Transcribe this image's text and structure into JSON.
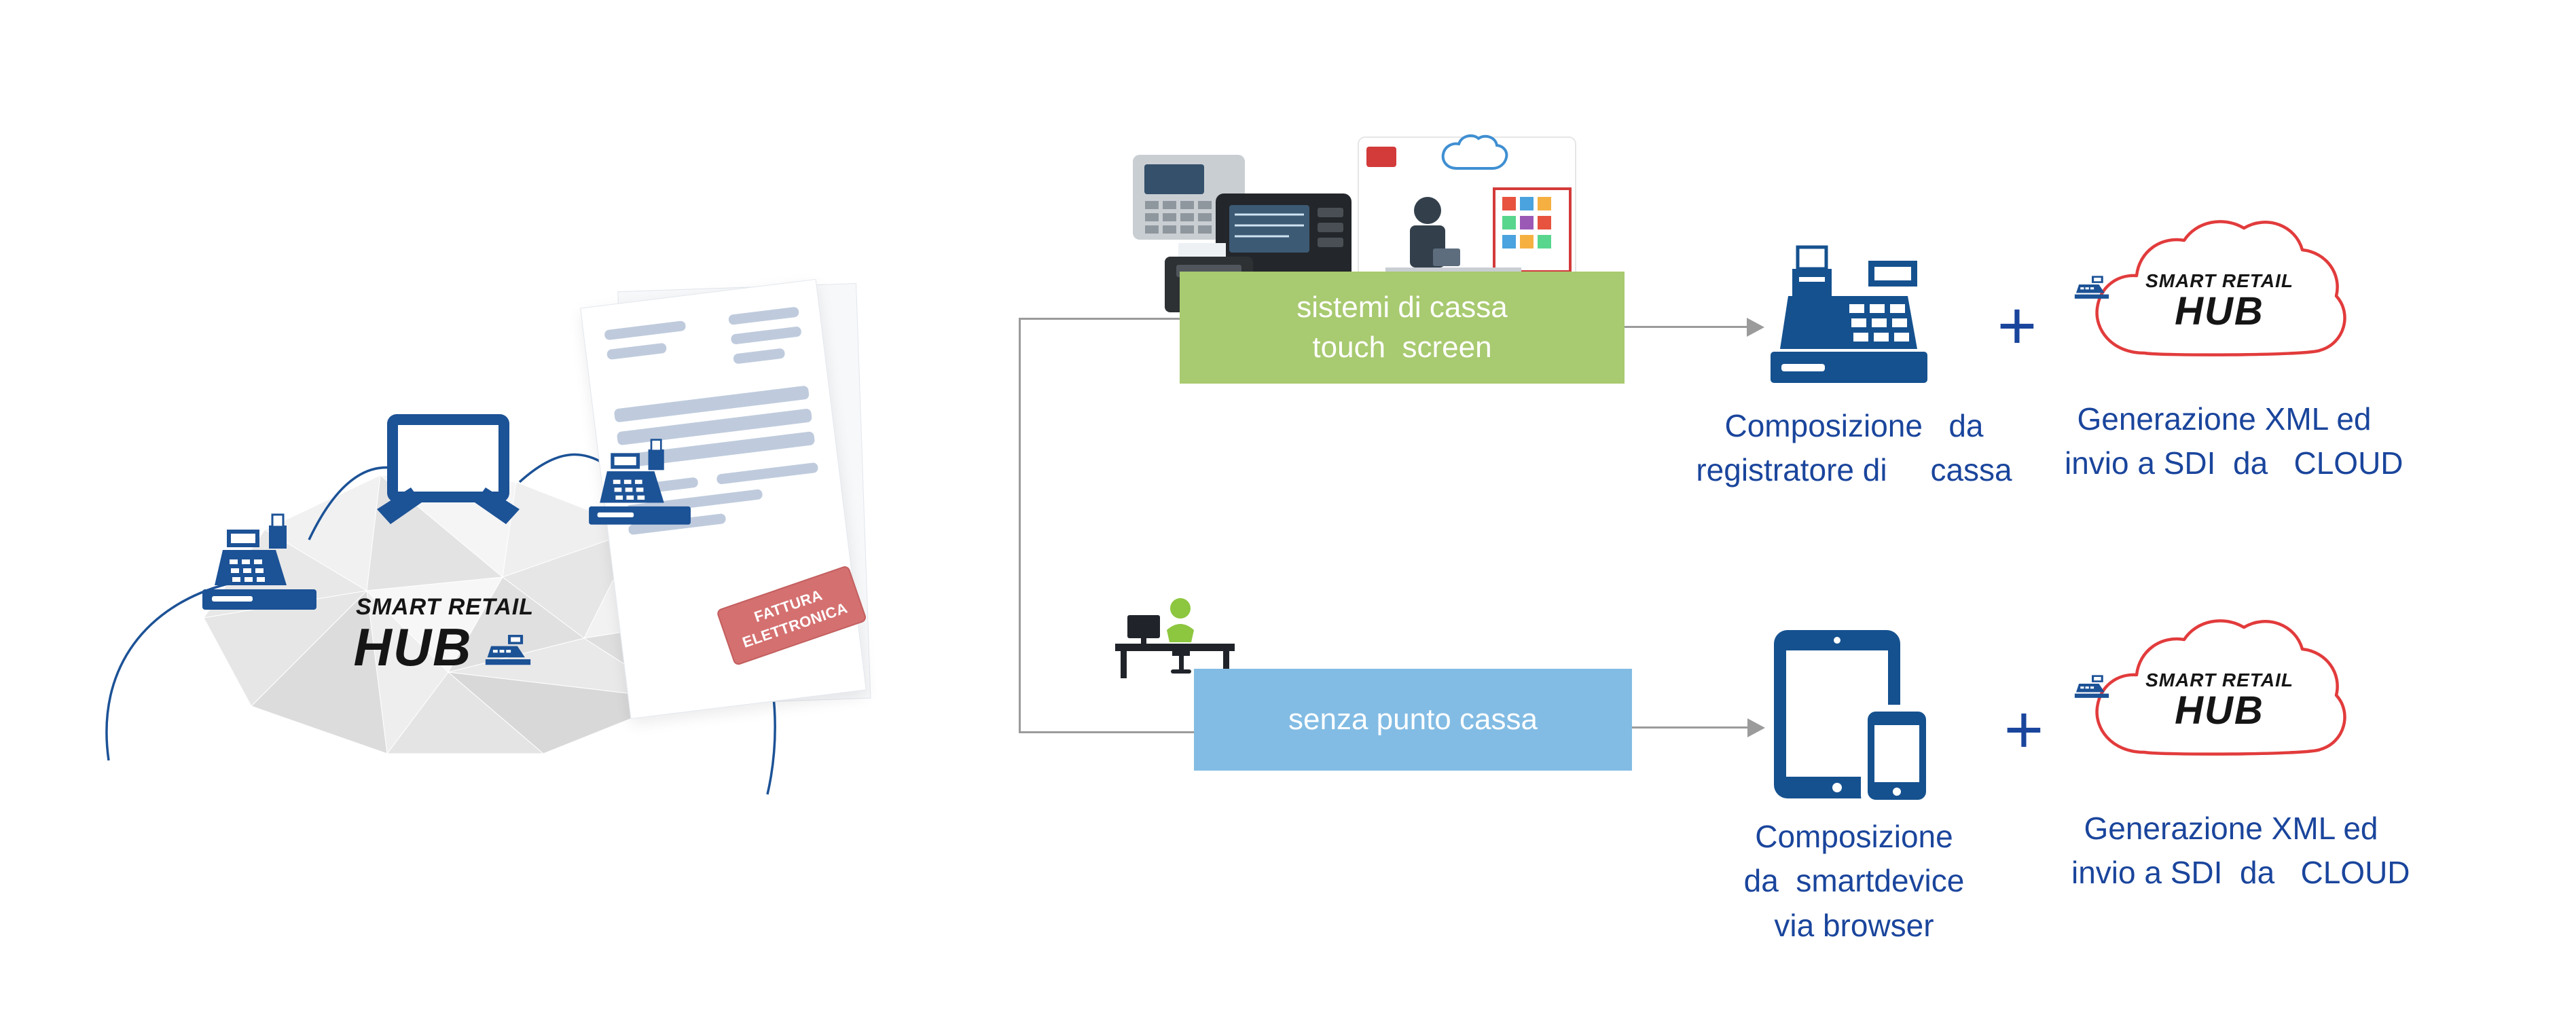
{
  "colors": {
    "caption_blue": "#1a459c",
    "icon_blue": "#15518f",
    "green_box": "#a8ca70",
    "blue_box": "#82bce4",
    "cloud_red": "#e23b3c",
    "arrow_gray": "#9b9b9b",
    "stamp_red": "#d57070"
  },
  "logo": {
    "top": "SMART RETAIL",
    "bottom": "HUB"
  },
  "invoice": {
    "stamp_line1": "FATTURA",
    "stamp_line2": "ELETTRONICA"
  },
  "branch_top": {
    "box_line1": "sistemi di cassa",
    "box_line2": "touch  screen",
    "plus": "+",
    "result_line1": "Composizione   da",
    "result_line2": "registratore di     cassa",
    "cloud_caption_line1": "Generazione XML ed",
    "cloud_caption_line2": "invio a SDI  da   CLOUD"
  },
  "branch_bottom": {
    "box_label": "senza punto cassa",
    "plus": "+",
    "result_line1": "Composizione",
    "result_line2": "da  smartdevice",
    "result_line3": "via browser",
    "cloud_caption_line1": "Generazione XML ed",
    "cloud_caption_line2": "invio a SDI  da   CLOUD"
  },
  "icons": {
    "left_illustration": [
      "cash-register-icon",
      "tablet-hands-icon",
      "cash-register-icon",
      "lowpoly-cloud",
      "invoice-document"
    ],
    "top_branch_photo": "pos-terminals-image",
    "bottom_branch_icon": "operator-desk-icon",
    "top_result_icon": "cash-register-icon",
    "bottom_result_icon": "tablet-and-smartphone-icon",
    "cloud_icon": "cloud-outline-icon"
  }
}
